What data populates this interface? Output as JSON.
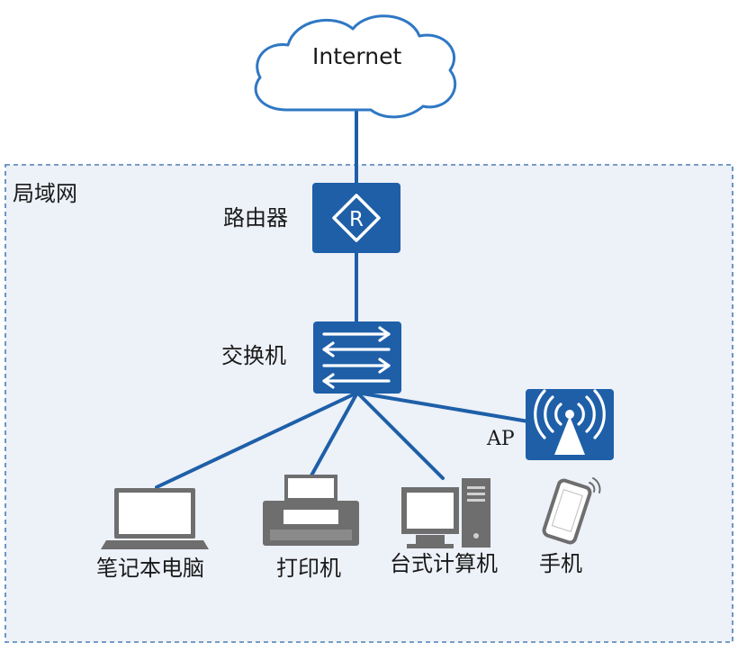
{
  "diagram": {
    "cloud_label": "Internet",
    "lan_label": "局域网",
    "router_label": "路由器",
    "router_symbol": "R",
    "switch_label": "交换机",
    "ap_label": "AP",
    "devices": {
      "laptop": "笔记本电脑",
      "printer": "打印机",
      "desktop": "台式计算机",
      "phone": "手机"
    }
  },
  "colors": {
    "device_blue": "#1e5fa8",
    "link_blue": "#1e5fa8",
    "cloud_stroke": "#2f78c4",
    "lan_border": "#4a7fb5",
    "lan_fill": "#edf1f8",
    "terminal_gray": "#6e6e6e"
  },
  "icons": [
    "cloud-icon",
    "router-icon",
    "switch-icon",
    "ap-icon",
    "laptop-icon",
    "printer-icon",
    "desktop-icon",
    "phone-icon"
  ]
}
